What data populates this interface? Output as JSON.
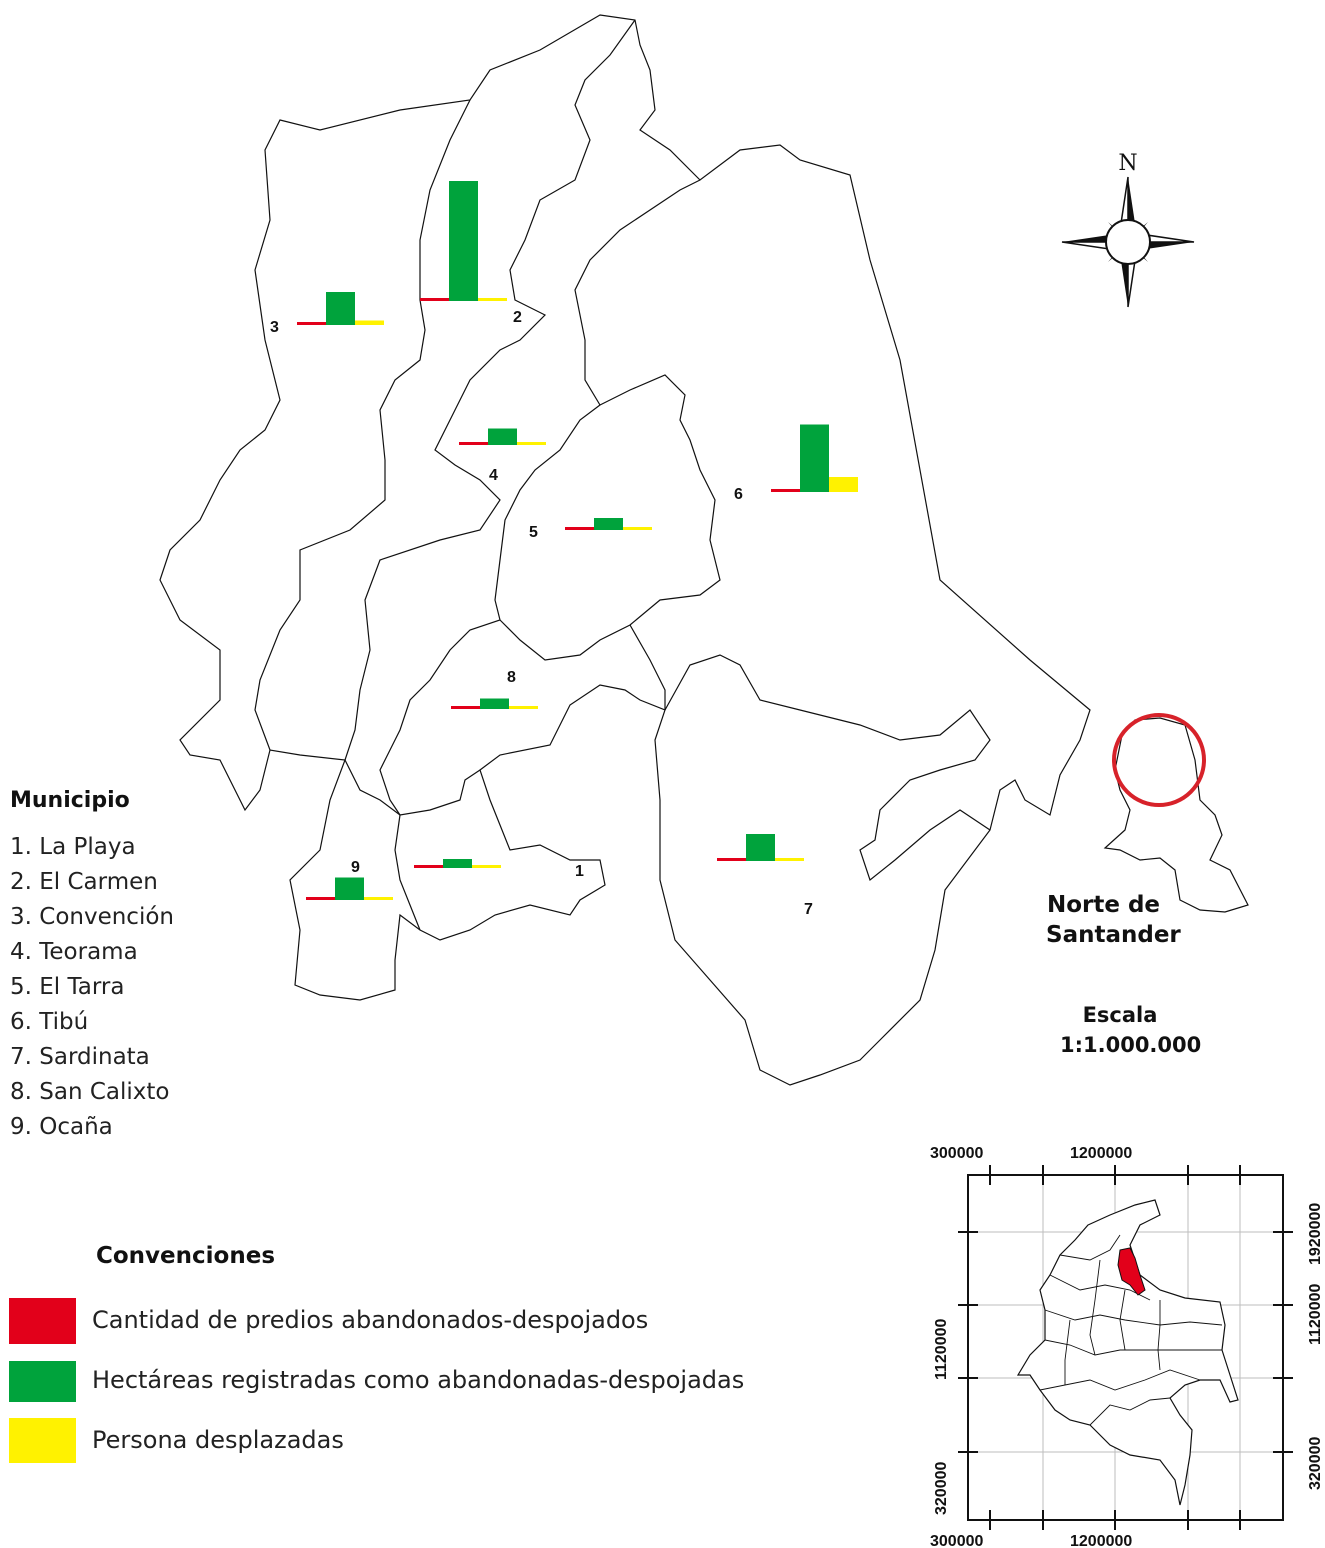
{
  "north_label": "N",
  "colors": {
    "predios": "#e2001a",
    "hectareas": "#00a33c",
    "desplazadas": "#fff200",
    "circle": "#d7222a",
    "locator": "#e2001a"
  },
  "municipality_list": {
    "title": "Municipio",
    "items": [
      "1.  La Playa",
      "2. El Carmen",
      "3. Convención",
      "4. Teorama",
      "5. El Tarra",
      "6. Tibú",
      "7. Sardinata",
      "8. San Calixto",
      "9. Ocaña"
    ]
  },
  "map_numbers": [
    "1",
    "2",
    "3",
    "4",
    "5",
    "6",
    "7",
    "8",
    "9"
  ],
  "region": {
    "line1": "Norte de",
    "line2": "Santander"
  },
  "scale": {
    "label": "Escala",
    "value": "1:1.000.000"
  },
  "legend": {
    "title": "Convenciones",
    "items": [
      {
        "key": "predios",
        "label": "Cantidad de predios abandonados-despojados"
      },
      {
        "key": "hectareas",
        "label": "Hectáreas registradas como abandonadas-despojadas"
      },
      {
        "key": "desplazadas",
        "label": "Persona desplazadas"
      }
    ]
  },
  "inset_axes": {
    "top": [
      "300000",
      "1200000"
    ],
    "bottom": [
      "300000",
      "1200000"
    ],
    "left": [
      "1120000",
      "320000"
    ],
    "right": [
      "1920000",
      "1120000",
      "320000"
    ]
  },
  "chart_data": {
    "type": "bar",
    "title": "",
    "categories": [
      "1",
      "2",
      "3",
      "4",
      "5",
      "6",
      "7",
      "8",
      "9"
    ],
    "series": [
      {
        "name": "Cantidad de predios abandonados-despojados",
        "values": [
          0.5,
          1,
          1,
          0.5,
          0.5,
          1,
          1,
          0.5,
          1
        ]
      },
      {
        "name": "Hectáreas registradas como abandonadas-despojadas",
        "values": [
          6,
          80,
          22,
          11,
          8,
          45,
          18,
          7,
          15
        ]
      },
      {
        "name": "Persona desplazadas",
        "values": [
          1,
          2,
          3,
          2,
          2,
          10,
          2,
          2,
          2
        ]
      }
    ]
  }
}
